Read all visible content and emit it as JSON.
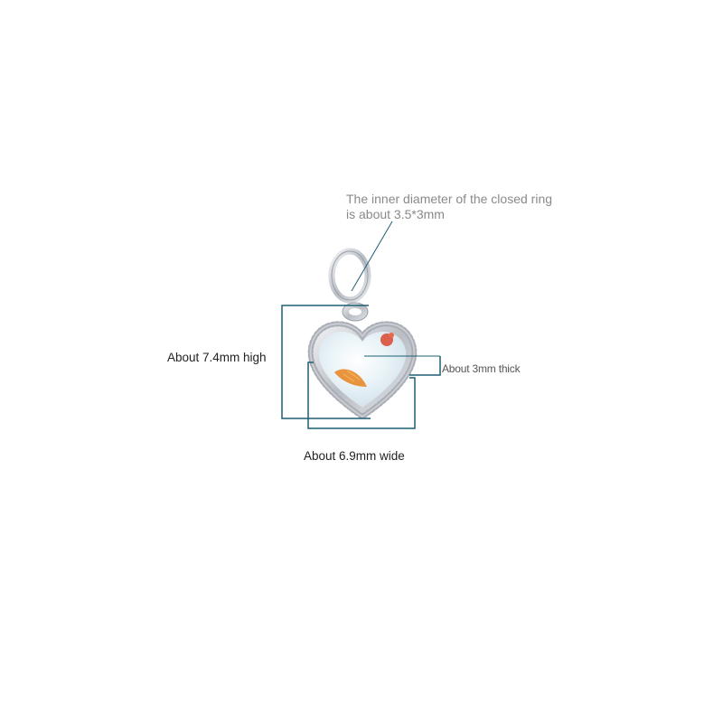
{
  "colors": {
    "background": "#ffffff",
    "guide_line": "#1f5f73",
    "ring_note_text": "#8a8a8a",
    "dimension_text": "#222222",
    "thick_text": "#555555",
    "silver": "#c9ccd2",
    "silver_dark": "#8f949c",
    "stone_white": "#eef3f7",
    "stone_blue": "#cfe3ee",
    "stone_pink": "#e8d6dc",
    "accent_red": "#d9503a",
    "accent_orange": "#e88a2a"
  },
  "annotations": {
    "ring_line1": "The inner diameter of the closed ring",
    "ring_line2": "is about 3.5*3mm",
    "height": "About 7.4mm high",
    "width": "About 6.9mm wide",
    "thickness": "About 3mm thick"
  },
  "product": {
    "pendant_icon": "heart-pendant-icon",
    "ring_icon": "jump-ring-icon"
  }
}
